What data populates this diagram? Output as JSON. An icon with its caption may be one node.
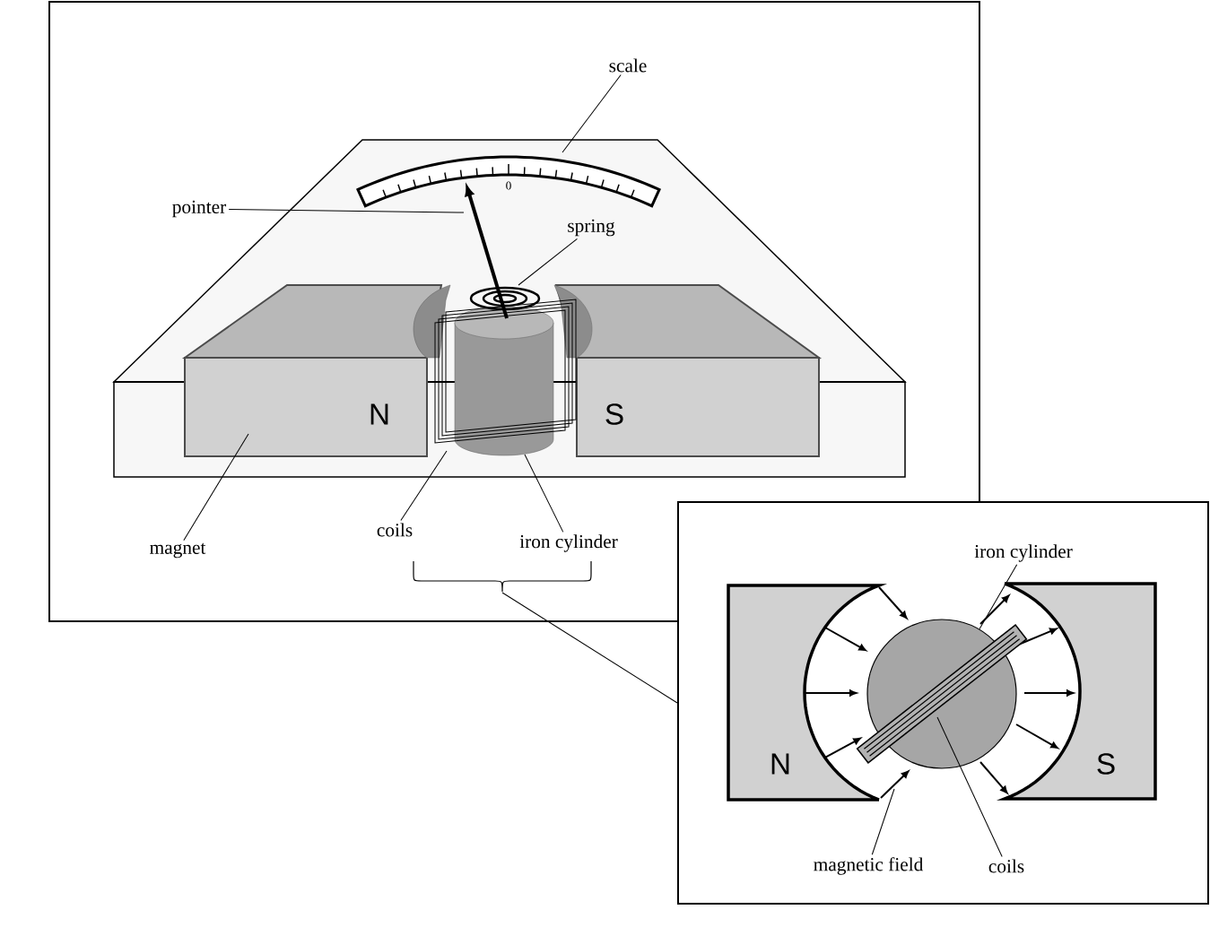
{
  "diagram": {
    "nodes": [
      {
        "text": [],
        "shape": "box"
      },
      {
        "text": [
          "scale"
        ],
        "in": 0
      },
      {
        "text": [
          "pointer"
        ],
        "in": 0
      },
      {
        "text": [
          "spring"
        ],
        "in": 0
      },
      {
        "text": [
          "magnet"
        ],
        "in": 0
      },
      {
        "text": [
          "coils"
        ],
        "in": 0
      },
      {
        "text": [
          "iron cylinder"
        ],
        "in": 0
      },
      {
        "text": [],
        "shape": "box"
      },
      {
        "text": [
          "iron cylinder"
        ],
        "in": 7
      },
      {
        "text": [
          "magnetic field"
        ],
        "in": 7
      },
      {
        "text": [
          "coils"
        ],
        "in": 7
      },
      {
        "text": [],
        "shape": "box",
        "in": 0
      },
      {
        "text": [],
        "shape": "picture",
        "in": 0
      },
      {
        "text": [],
        "shape": "cylinder",
        "in": 0
      },
      {
        "text": [],
        "shape": "picture",
        "in": 0
      },
      {
        "text": [],
        "shape": "picture",
        "in": 0
      },
      {
        "text": [],
        "shape": "picture",
        "in": 0
      },
      {
        "text": [],
        "shape": "picture",
        "in": 0
      },
      {
        "text": [],
        "shape": "circle",
        "in": 7
      },
      {
        "text": [],
        "shape": "picture",
        "in": 7
      },
      {
        "text": [],
        "shape": "picture",
        "in": 7
      }
    ],
    "edges": [
      {
        "from": 1,
        "to": 16,
        "arrow": "none"
      },
      {
        "from": 2,
        "to": 15,
        "arrow": "none"
      },
      {
        "from": 3,
        "to": 14,
        "arrow": "none"
      },
      {
        "from": 4,
        "to": 11,
        "arrow": "none"
      },
      {
        "from": 5,
        "to": 12,
        "arrow": "none"
      },
      {
        "from": 6,
        "to": 13,
        "arrow": "none"
      },
      {
        "from": 17,
        "to": 7,
        "arrow": "none"
      },
      {
        "from": 8,
        "to": 18,
        "arrow": "none"
      },
      {
        "from": 9,
        "to": 19,
        "arrow": "none"
      },
      {
        "from": 10,
        "to": 20,
        "arrow": "none"
      }
    ],
    "labels": [
      "0",
      "N",
      "S",
      "N",
      "S"
    ]
  }
}
